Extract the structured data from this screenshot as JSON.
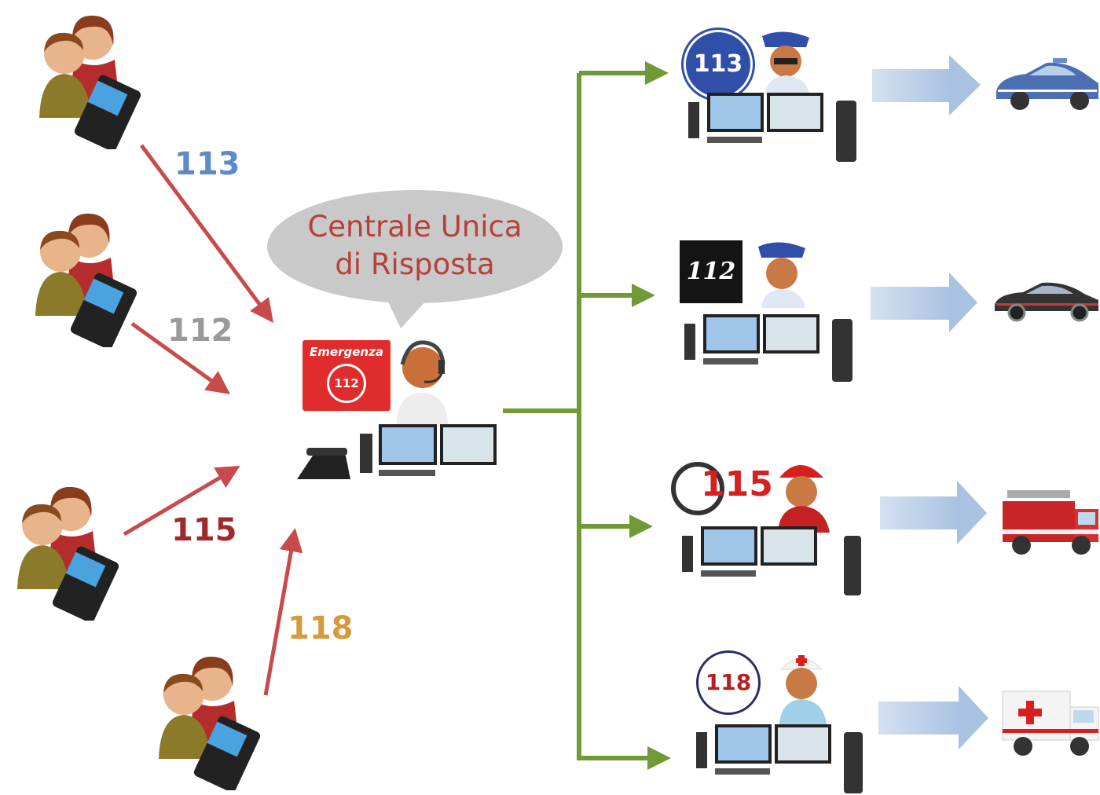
{
  "callers": [
    {
      "number": "113",
      "color": "#5b8ac7"
    },
    {
      "number": "112",
      "color": "#9a9a9a"
    },
    {
      "number": "115",
      "color": "#9e2a2a"
    },
    {
      "number": "118",
      "color": "#d59a3c"
    }
  ],
  "center": {
    "bubble_line1": "Centrale Unica",
    "bubble_line2": "di Risposta",
    "sign_title": "Emergenza",
    "sign_number": "112"
  },
  "services": [
    {
      "logo_text": "113",
      "icon": "police-officer-icon",
      "vehicle": "police-car-icon"
    },
    {
      "logo_text": "112",
      "icon": "carabiniere-icon",
      "vehicle": "carabinieri-car-icon"
    },
    {
      "logo_text": "115",
      "icon": "firefighter-icon",
      "vehicle": "fire-truck-icon"
    },
    {
      "logo_text": "118",
      "icon": "medic-icon",
      "vehicle": "ambulance-icon"
    }
  ],
  "colors": {
    "red_arrow": "#c94a4a",
    "green_arrow": "#6f9a35",
    "blue_arrow": "#b9cde6",
    "bubble": "#c9c9c9"
  }
}
